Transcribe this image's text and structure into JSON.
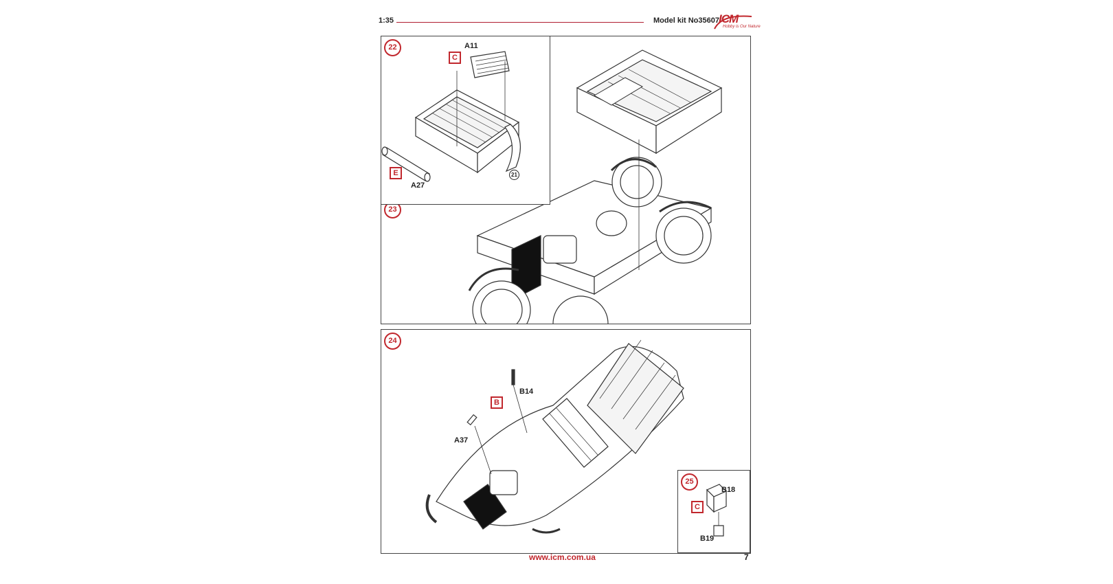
{
  "header": {
    "scale": "1:35",
    "kit": "Model kit No35607",
    "logo_text": "ICM",
    "logo_slogan": "Hobby is Our Nature"
  },
  "steps": {
    "s22": {
      "number": "22",
      "parts": {
        "a11": "A11",
        "a27": "A27"
      },
      "sprues": {
        "c": "C",
        "e": "E"
      },
      "ref": "21"
    },
    "s23": {
      "number": "23"
    },
    "s24": {
      "number": "24",
      "parts": {
        "b14": "B14",
        "a37": "A37"
      },
      "sprues": {
        "b": "B"
      }
    },
    "s25": {
      "number": "25",
      "parts": {
        "b18": "B18",
        "b19": "B19"
      },
      "sprues": {
        "c": "C"
      }
    }
  },
  "footer": {
    "url": "www.icm.com.ua",
    "page": "7"
  }
}
